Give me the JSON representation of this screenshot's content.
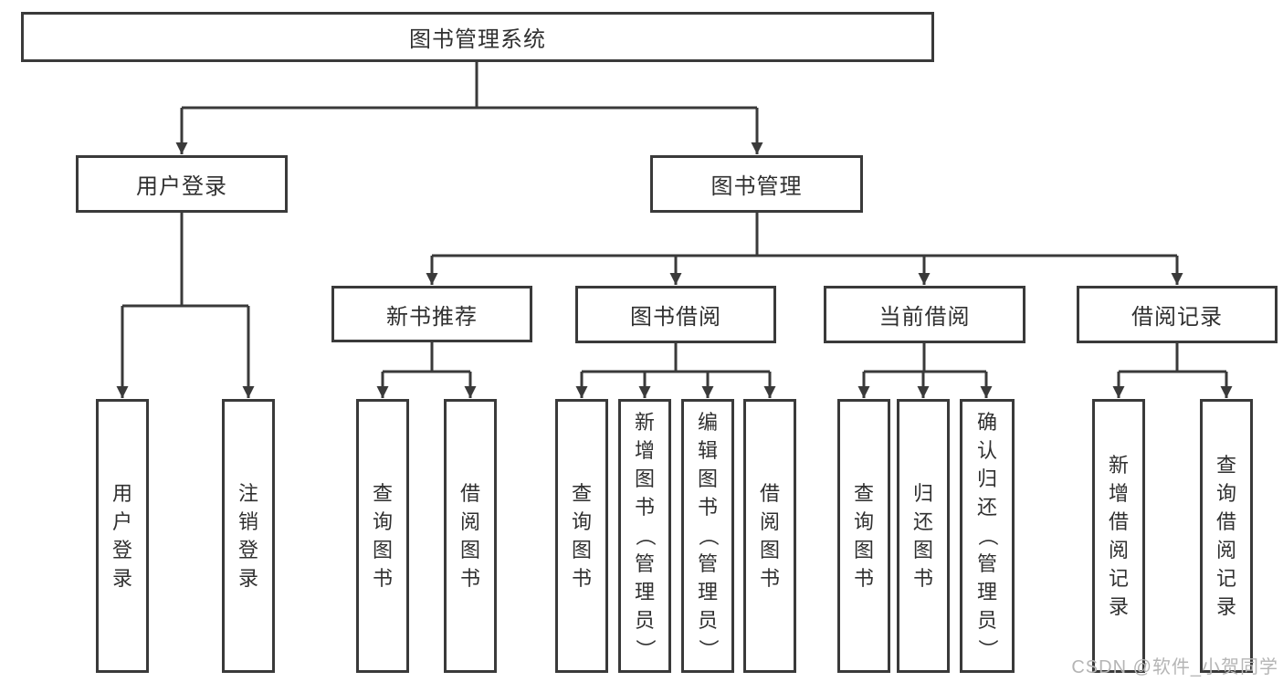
{
  "nodes": {
    "root": "图书管理系统",
    "userLogin": "用户登录",
    "bookMgmt": "图书管理",
    "newBookRec": "新书推荐",
    "bookBorrow": "图书借阅",
    "currentBorrow": "当前借阅",
    "borrowRecord": "借阅记录",
    "leafUserLogin": "用户登录",
    "leafLogout": "注销登录",
    "leafNbQuery": "查询图书",
    "leafNbBorrow": "借阅图书",
    "leafBbQuery": "查询图书",
    "leafBbAdd": "新增图书（管理员）",
    "leafBbEdit": "编辑图书（管理员）",
    "leafBbBorrow": "借阅图书",
    "leafCbQuery": "查询图书",
    "leafCbReturn": "归还图书",
    "leafCbConfirm": "确认归还（管理员）",
    "leafBrAdd": "新增借阅记录",
    "leafBrQuery": "查询借阅记录"
  },
  "hierarchy": {
    "图书管理系统": [
      "用户登录",
      "图书管理"
    ],
    "用户登录": [
      "用户登录",
      "注销登录"
    ],
    "图书管理": [
      "新书推荐",
      "图书借阅",
      "当前借阅",
      "借阅记录"
    ],
    "新书推荐": [
      "查询图书",
      "借阅图书"
    ],
    "图书借阅": [
      "查询图书",
      "新增图书（管理员）",
      "编辑图书（管理员）",
      "借阅图书"
    ],
    "当前借阅": [
      "查询图书",
      "归还图书",
      "确认归还（管理员）"
    ],
    "借阅记录": [
      "新增借阅记录",
      "查询借阅记录"
    ]
  },
  "watermark": "CSDN @软件_小贺同学",
  "colors": {
    "line": "#3a3a3a",
    "text": "#303030",
    "watermark": "#b5b5b5",
    "background": "#ffffff"
  }
}
